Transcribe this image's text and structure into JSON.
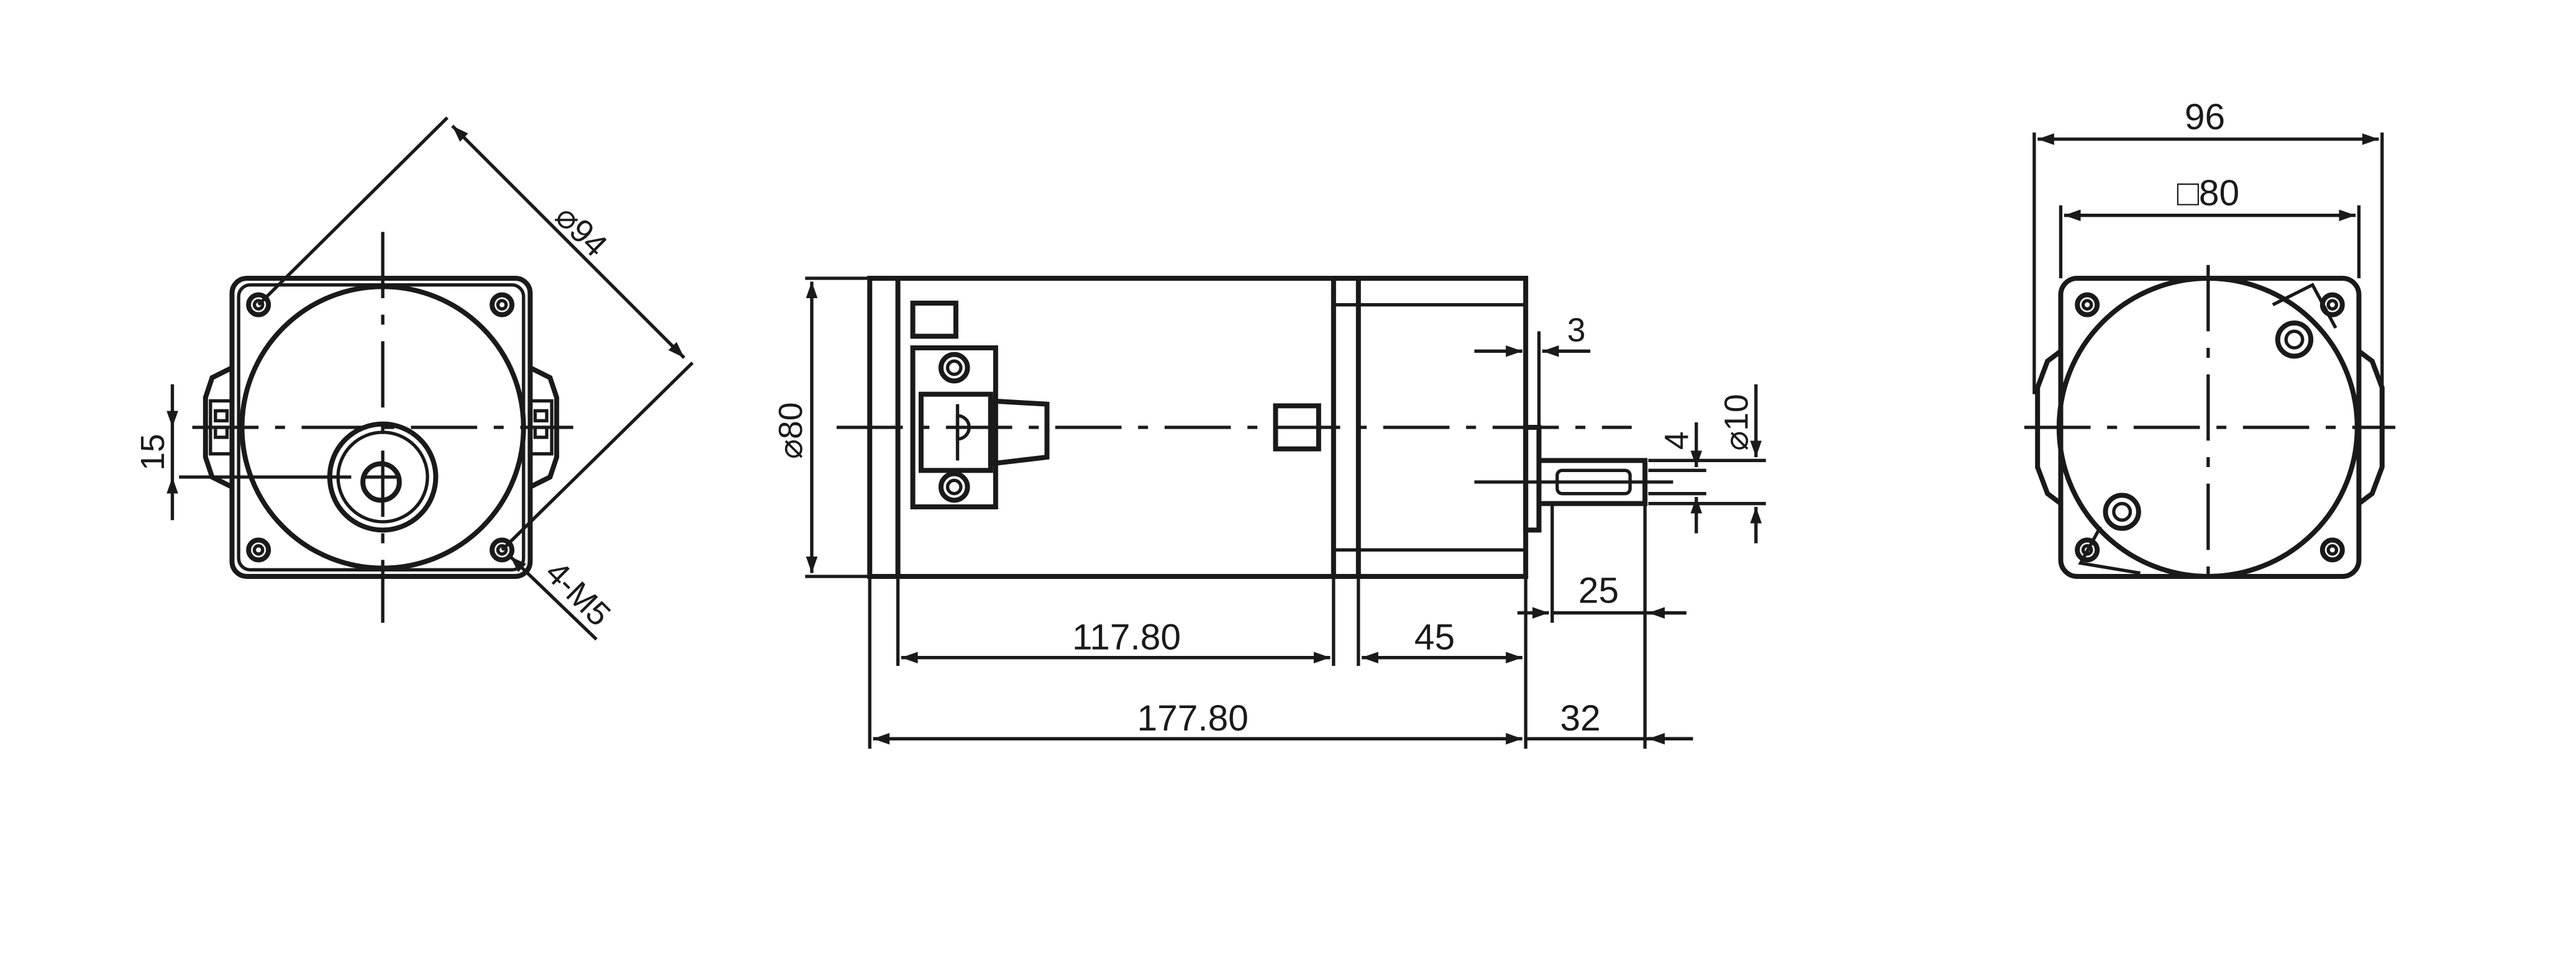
{
  "views": {
    "front": {
      "diameter_label": "⌀94",
      "offset_label": "15",
      "holes_label": "4-M5"
    },
    "side": {
      "body_diameter_label": "⌀80",
      "shaft_diameter_label": "⌀10",
      "key_label": "4",
      "pilot_label": "3",
      "motor_length_label": "117.80",
      "gear_length_label": "45",
      "total_length_label": "177.80",
      "shaft_length_label": "32",
      "key_length_label": "25"
    },
    "rear": {
      "width_label": "96",
      "square_label": "□80"
    }
  }
}
